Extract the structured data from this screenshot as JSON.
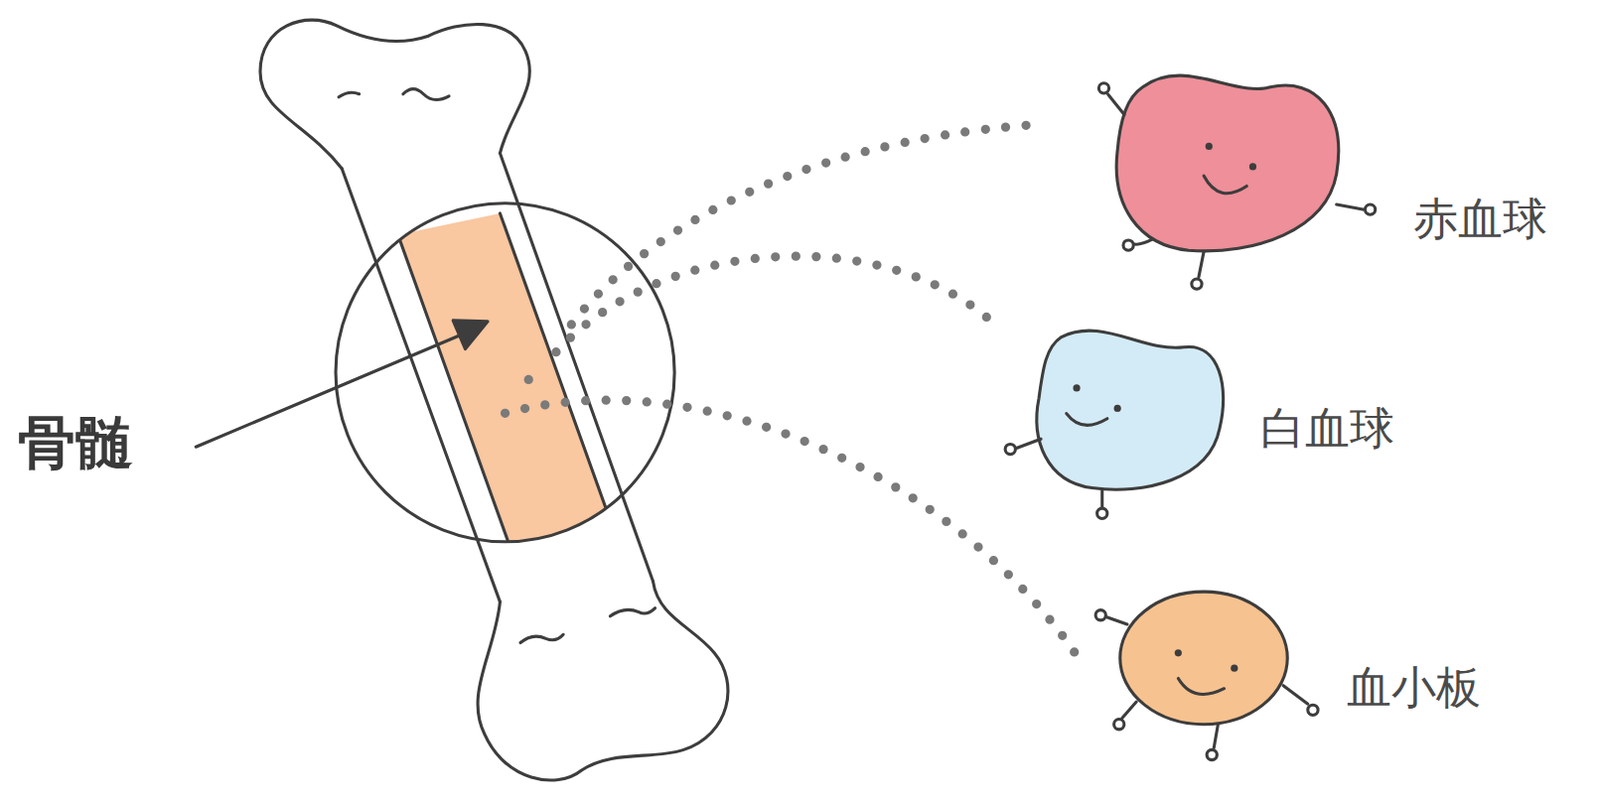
{
  "diagram": {
    "nodes": [
      {
        "text": [
          "赤血球"
        ]
      },
      {
        "text": [
          "白血球"
        ]
      },
      {
        "text": [
          "血小板"
        ]
      }
    ],
    "labels": [
      "骨髄"
    ]
  }
}
